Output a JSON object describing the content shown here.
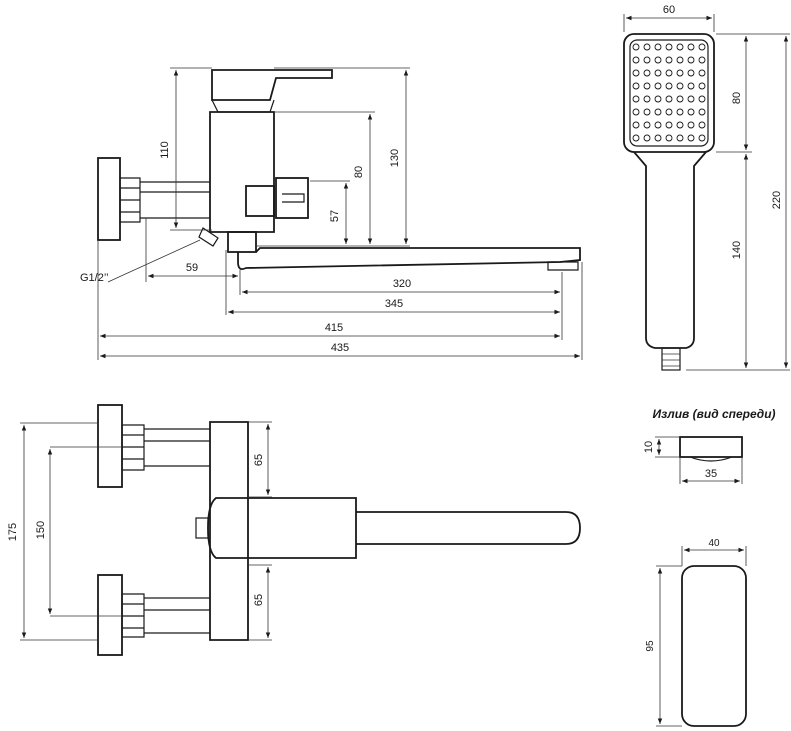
{
  "side_view": {
    "dims": {
      "d110": "110",
      "d130": "130",
      "d80": "80",
      "d57": "57",
      "d59": "59",
      "d320": "320",
      "d345": "345",
      "d415": "415",
      "d435": "435"
    },
    "thread_label": "G1/2’’"
  },
  "hand_shower": {
    "dims": {
      "d60": "60",
      "d80": "80",
      "d220": "220",
      "d140": "140"
    }
  },
  "top_view": {
    "dims": {
      "d175": "175",
      "d150": "150",
      "d65a": "65",
      "d65b": "65"
    }
  },
  "spout_front": {
    "caption": "Излив (вид спереди)",
    "dims": {
      "d10": "10",
      "d35": "35"
    }
  },
  "spout_end": {
    "dims": {
      "d40": "40",
      "d95": "95"
    }
  }
}
